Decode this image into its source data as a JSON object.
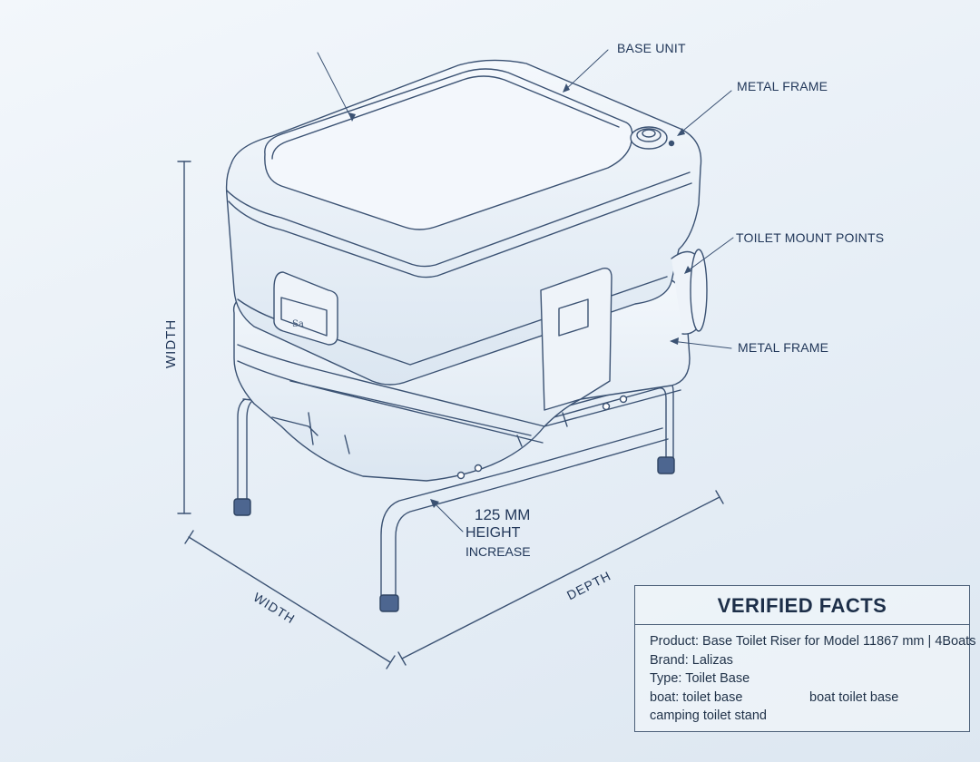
{
  "labels": {
    "base_unit": "BASE UNIT",
    "metal_frame_top": "METAL FRAME",
    "toilet_mount_points": "TOILET MOUNT POINTS",
    "metal_frame_mid": "METAL FRAME",
    "width_vertical": "WIDTH",
    "width_bottom": "WIDTH",
    "depth": "DEPTH",
    "height_value": "125 MM",
    "height_line1": "HEIGHT",
    "height_line2": "INCREASE"
  },
  "facts": {
    "title": "VERIFIED FACTS",
    "product": "Product: Base Toilet Riser for Model 11867 mm | 4Boats",
    "brand": "Brand: Lalizas",
    "type": "Type: Toilet Base",
    "tag1": "boat: toilet base",
    "tag2": "boat toilet base",
    "tag3": "camping toilet stand"
  },
  "colors": {
    "line": "#3b5273",
    "background": "#e9f0f7",
    "foot_cap": "#4d6690"
  }
}
